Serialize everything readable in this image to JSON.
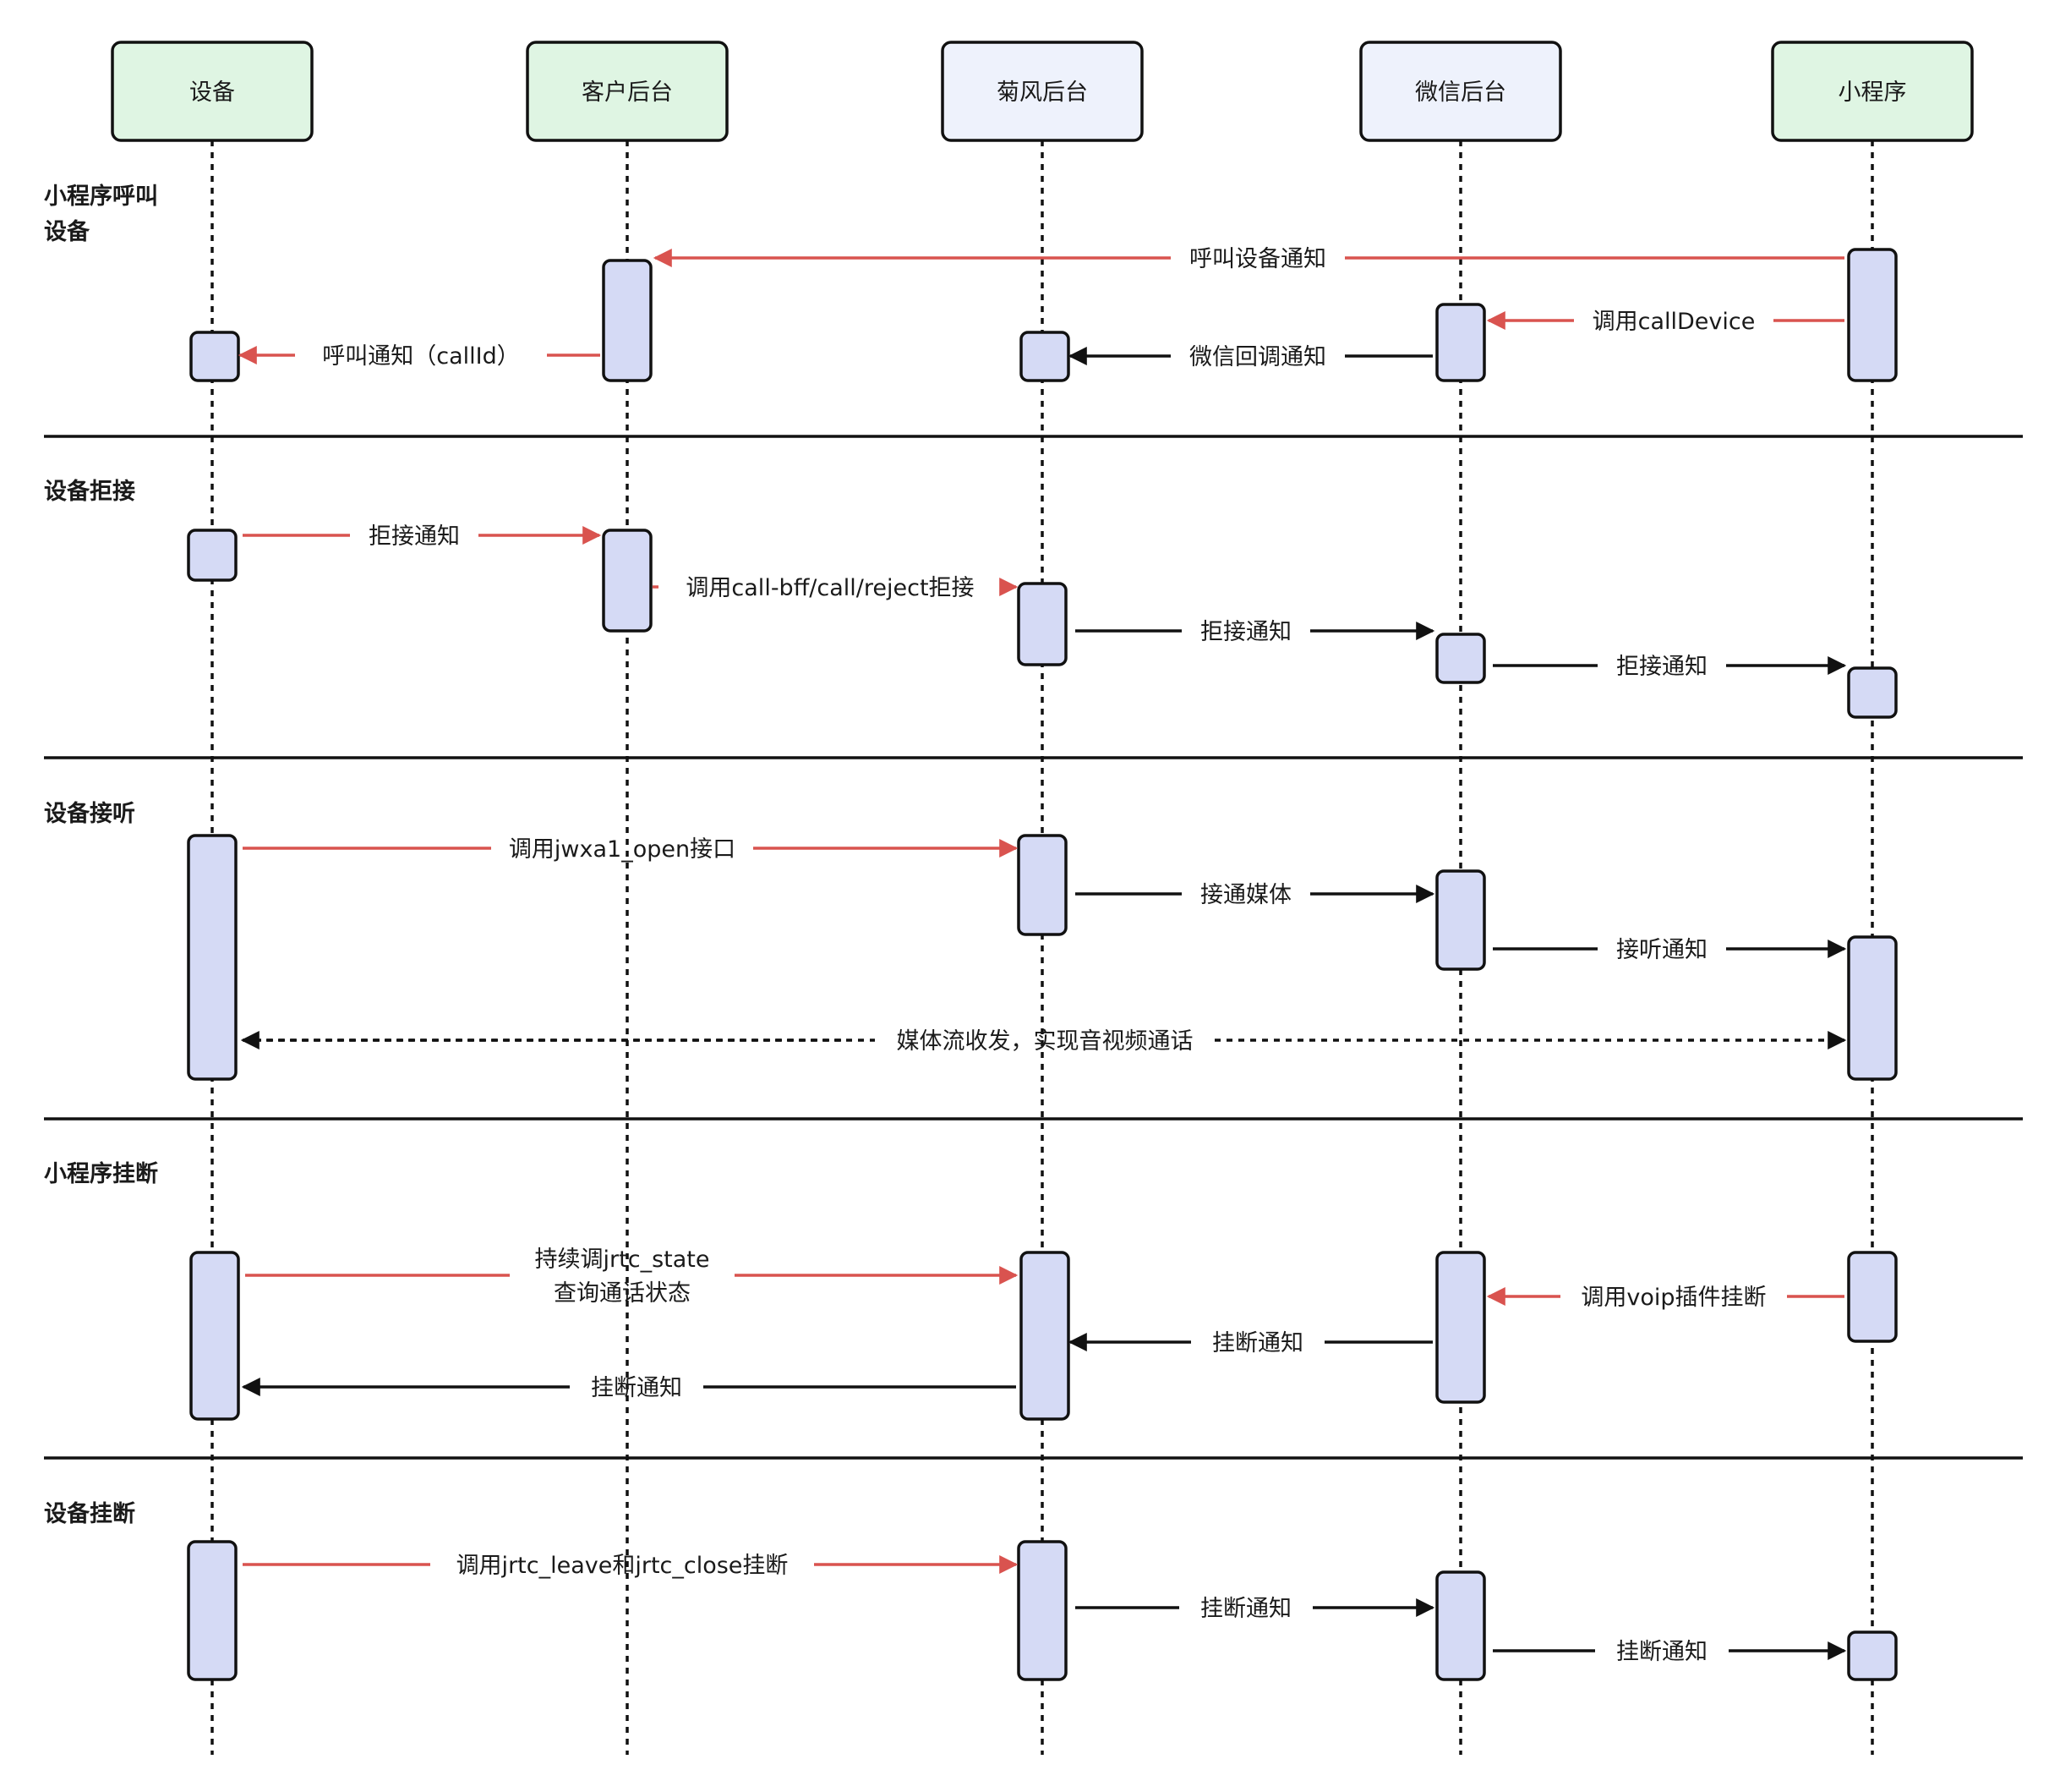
{
  "actors": [
    {
      "id": "device",
      "label": "设备",
      "fill": "#dff5e3"
    },
    {
      "id": "customer",
      "label": "客户后台",
      "fill": "#dff5e3"
    },
    {
      "id": "jufeng",
      "label": "菊风后台",
      "fill": "#eef2fc"
    },
    {
      "id": "wechat",
      "label": "微信后台",
      "fill": "#eef2fc"
    },
    {
      "id": "miniapp",
      "label": "小程序",
      "fill": "#dff5e3"
    }
  ],
  "sections": [
    {
      "label_lines": [
        "小程序呼叫",
        "设备"
      ]
    },
    {
      "label_lines": [
        "设备拒接"
      ]
    },
    {
      "label_lines": [
        "设备接听"
      ]
    },
    {
      "label_lines": [
        "小程序挂断"
      ]
    },
    {
      "label_lines": [
        "设备挂断"
      ]
    }
  ],
  "messages": [
    {
      "lines": [
        "呼叫设备通知"
      ],
      "color": "red",
      "style": "solid"
    },
    {
      "lines": [
        "调用callDevice"
      ],
      "color": "red",
      "style": "solid"
    },
    {
      "lines": [
        "呼叫通知（callId）"
      ],
      "color": "red",
      "style": "solid"
    },
    {
      "lines": [
        "微信回调通知"
      ],
      "color": "black",
      "style": "solid"
    },
    {
      "lines": [
        "拒接通知"
      ],
      "color": "red",
      "style": "solid"
    },
    {
      "lines": [
        "调用call-bff/call/reject拒接"
      ],
      "color": "red",
      "style": "solid"
    },
    {
      "lines": [
        "拒接通知"
      ],
      "color": "black",
      "style": "solid"
    },
    {
      "lines": [
        "拒接通知"
      ],
      "color": "black",
      "style": "solid"
    },
    {
      "lines": [
        "调用jwxa1_open接口"
      ],
      "color": "red",
      "style": "solid"
    },
    {
      "lines": [
        "接通媒体"
      ],
      "color": "black",
      "style": "solid"
    },
    {
      "lines": [
        "接听通知"
      ],
      "color": "black",
      "style": "solid"
    },
    {
      "lines": [
        "媒体流收发，实现音视频通话"
      ],
      "color": "black",
      "style": "dashed"
    },
    {
      "lines": [
        "持续调jrtc_state",
        "查询通话状态"
      ],
      "color": "red",
      "style": "solid"
    },
    {
      "lines": [
        "调用voip插件挂断"
      ],
      "color": "red",
      "style": "solid"
    },
    {
      "lines": [
        "挂断通知"
      ],
      "color": "black",
      "style": "solid"
    },
    {
      "lines": [
        "挂断通知"
      ],
      "color": "black",
      "style": "solid"
    },
    {
      "lines": [
        "调用jrtc_leave和jrtc_close挂断"
      ],
      "color": "red",
      "style": "solid"
    },
    {
      "lines": [
        "挂断通知"
      ],
      "color": "black",
      "style": "solid"
    },
    {
      "lines": [
        "挂断通知"
      ],
      "color": "black",
      "style": "solid"
    }
  ],
  "colors": {
    "red": "#d9534f",
    "black": "#111111",
    "activation_fill": "#d5daf5",
    "stroke": "#111111"
  }
}
